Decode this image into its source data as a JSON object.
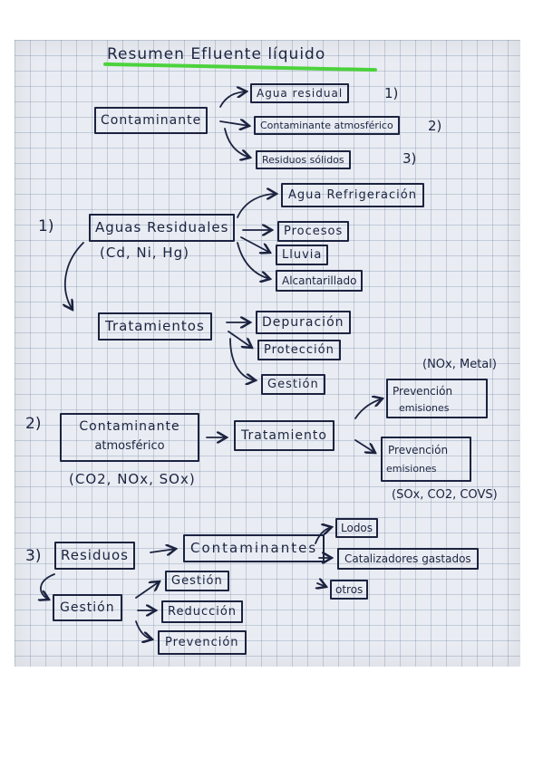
{
  "title": "Resumen Efluente líquido",
  "highlight_color": "#4cd23c",
  "ink_color": "#1c2340",
  "root": {
    "label": "Contaminante",
    "branches": [
      {
        "label": "Agua residual",
        "num": "1)"
      },
      {
        "label": "Contaminante atmosférico",
        "num": "2)"
      },
      {
        "label": "Residuos sólidos",
        "num": "3)"
      }
    ]
  },
  "s1": {
    "num": "1)",
    "label": "Aguas Residuales",
    "note": "(Cd, Ni, Hg)",
    "children": [
      "Agua Refrigeración",
      "Procesos",
      "Lluvia",
      "Alcantarillado"
    ],
    "treatment": "Tratamientos",
    "treatment_children": [
      "Depuración",
      "Protección",
      "Gestión"
    ]
  },
  "s2": {
    "num": "2)",
    "label_line1": "Contaminante",
    "label_line2": "atmosférico",
    "note": "(CO2, NOx, SOx)",
    "treatment": "Tratamiento",
    "top_note": "(NOx, Metal)",
    "children": [
      {
        "line1": "Prevención",
        "line2": "emisiones"
      },
      {
        "line1": "Prevención",
        "line2": "emisiones"
      }
    ],
    "bottom_note": "(SOx, CO2, COVS)"
  },
  "s3": {
    "num": "3)",
    "label": "Residuos",
    "contaminants": "Contaminantes",
    "contaminant_children": [
      "Lodos",
      "Catalizadores gastados",
      "otros"
    ],
    "gestion": "Gestión",
    "gestion_children": [
      "Gestión",
      "Reducción",
      "Prevención"
    ]
  }
}
